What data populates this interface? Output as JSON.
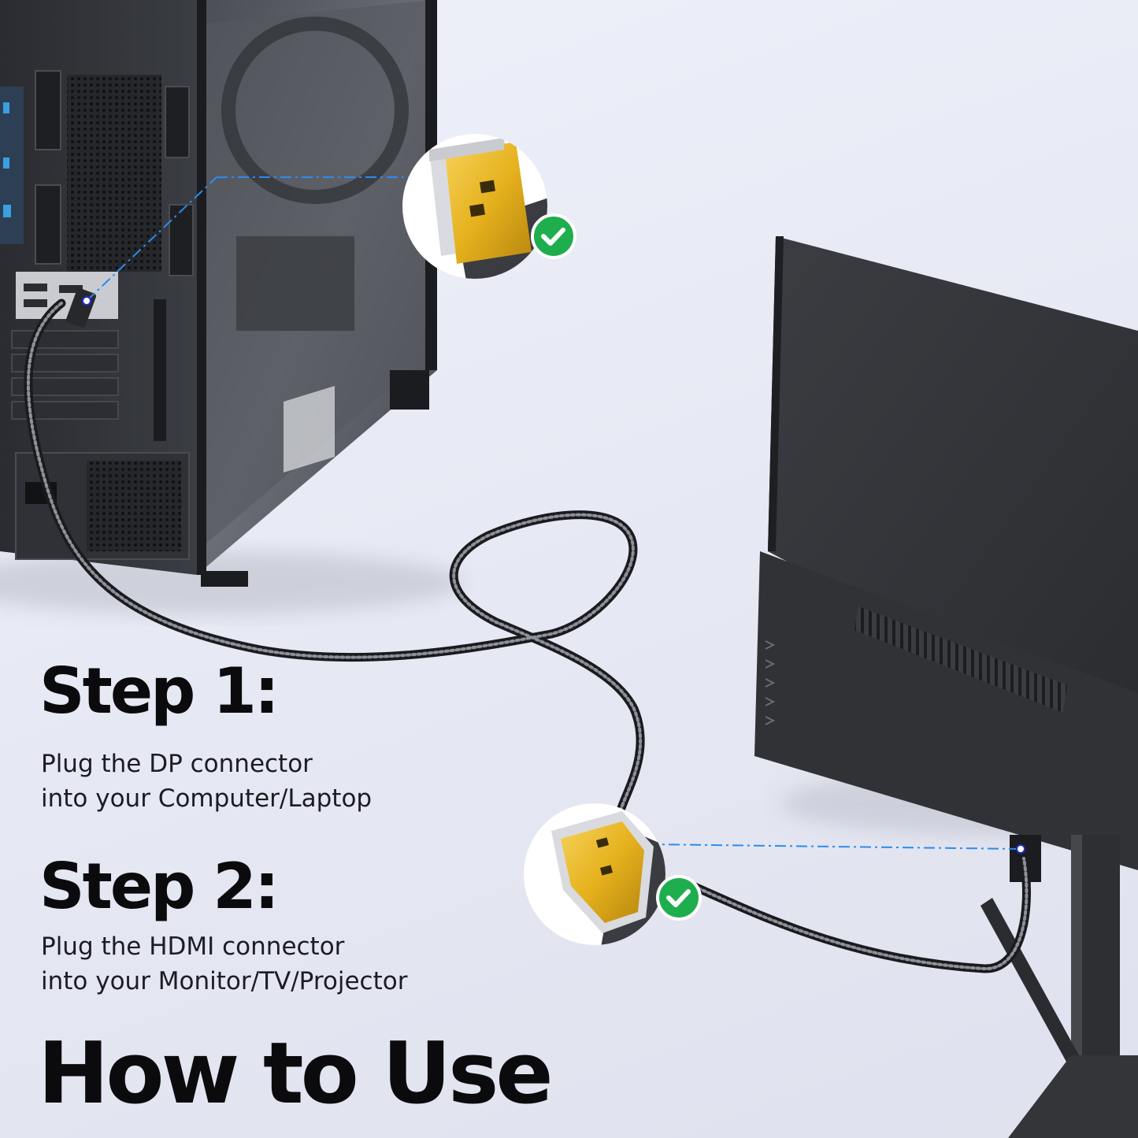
{
  "steps": [
    {
      "heading": "Step 1:",
      "lines": [
        "Plug the DP connector",
        "into your Computer/Laptop"
      ]
    },
    {
      "heading": "Step 2:",
      "lines": [
        "Plug the HDMI connector",
        "into your Monitor/TV/Projector"
      ]
    }
  ],
  "title": "How to Use",
  "icons": {
    "dp_connector": "displayport-connector-icon",
    "hdmi_connector": "hdmi-connector-icon",
    "check": "check-icon"
  },
  "colors": {
    "check_green": "#1fae4e",
    "callout_blue": "#2a8cf0",
    "gold": "#e6b21e",
    "text": "#0b0b0d"
  }
}
